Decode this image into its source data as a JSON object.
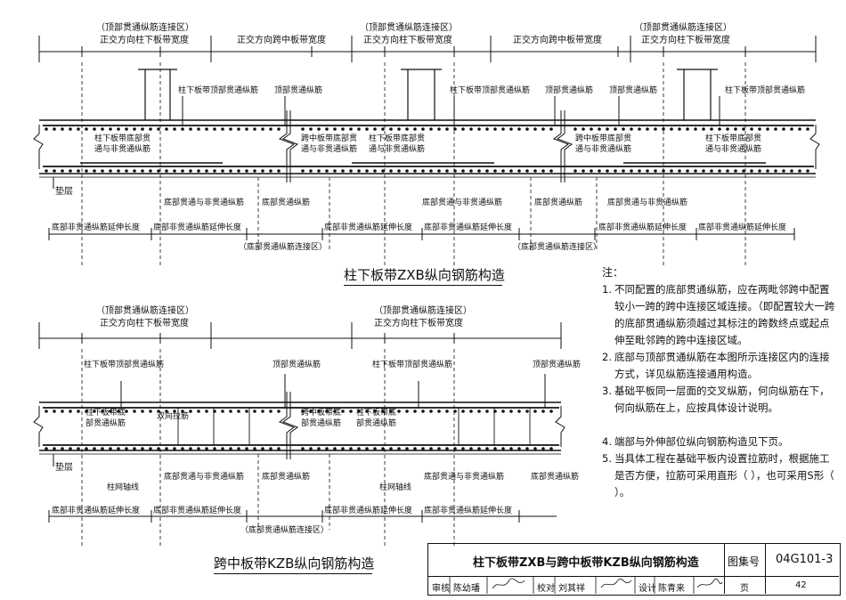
{
  "zxb": {
    "top_conn": "（顶部贯通纵筋连接区）",
    "col_strip_width": "正交方向柱下板带宽度",
    "mid_strip_width": "正交方向跨中板带宽度",
    "col_top_bar": "柱下板带顶部贯通纵筋",
    "top_bar": "顶部贯通纵筋",
    "col_bottom_bar": "柱下板带底部贯\n通与非贯通纵筋",
    "mid_bottom_bar": "跨中板带底部贯\n通与非贯通纵筋",
    "cushion": "垫层",
    "bottom_mixed": "底部贯通与非贯通纵筋",
    "bottom_through": "底部贯通纵筋",
    "extension": "底部非贯通纵筋延伸长度",
    "bottom_conn": "（底部贯通纵筋连接区）",
    "title": "柱下板带ZXB纵向钢筋构造"
  },
  "kzb": {
    "top_conn": "（顶部贯通纵筋连接区）",
    "col_strip_width": "正交方向柱下板带宽度",
    "col_top_bar": "柱下板带顶部贯通纵筋",
    "top_bar": "顶部贯通纵筋",
    "col_bottom_bar": "柱下板带底\n部贯通纵筋",
    "mid_bottom_bar": "跨中板带底\n部贯通纵筋",
    "col_bottom_bar_right": "柱下板带底\n部贯通纵筋",
    "tie_bar": "双向拉筋",
    "cushion": "垫层",
    "grid_axis": "柱网轴线",
    "bottom_mixed": "底部贯通与非贯通纵筋",
    "bottom_through": "底部贯通纵筋",
    "extension": "底部非贯通纵筋延伸长度",
    "bottom_conn": "（底部贯通纵筋连接区）",
    "title": "跨中板带KZB纵向钢筋构造"
  },
  "notes": {
    "heading": "注：",
    "items": [
      {
        "num": "1.",
        "text": "不同配置的底部贯通纵筋，应在两毗邻跨中配置较小一跨的跨中连接区域连接。（即配置较大一跨的底部贯通纵筋须越过其标注的跨数终点或起点伸至毗邻跨的跨中连接区域。"
      },
      {
        "num": "2.",
        "text": "底部与顶部贯通纵筋在本图所示连接区内的连接方式，详见纵筋连接通用构造。"
      },
      {
        "num": "3.",
        "text": "基础平板同一层面的交叉纵筋，何向纵筋在下，何向纵筋在上，应按具体设计说明。"
      },
      {
        "num": "4.",
        "text": "端部与外伸部位纵向钢筋构造见下页。"
      },
      {
        "num": "5.",
        "text": "当具体工程在基础平板内设置拉筋时，根据施工是否方便，拉筋可采用直形（ ），也可采用S形（ ）。"
      }
    ]
  },
  "title_block": {
    "drawing_title": "柱下板带ZXB与跨中板带KZB纵向钢筋构造",
    "atlas_label": "图集号",
    "atlas_no": "04G101-3",
    "review_label": "审核",
    "reviewer": "陈幼璠",
    "check_label": "校对",
    "checker": "刘其祥",
    "design_label": "设计",
    "designer": "陈青来",
    "page_label": "页",
    "page_no": "42"
  }
}
